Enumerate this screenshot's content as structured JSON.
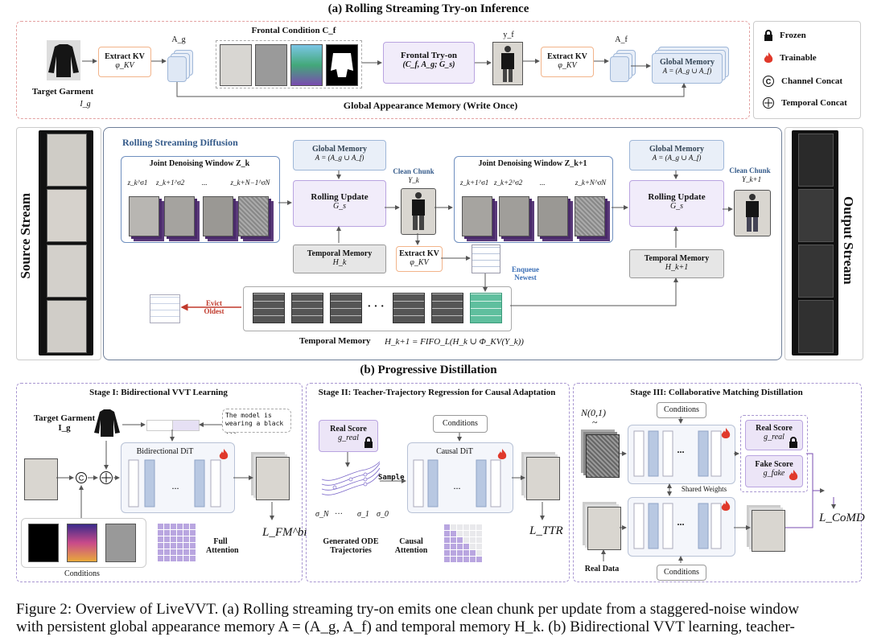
{
  "part_a": {
    "title": "(a) Rolling Streaming Try-on Inference",
    "target_garment": "Target Garment",
    "target_garment_sym": "I_g",
    "extract_kv_1": "Extract KV",
    "extract_kv_1_sym": "φ_KV",
    "ag_label": "A_g",
    "frontal_condition": "Frontal Condition C_f",
    "frontal_tryon": "Frontal Try-on",
    "frontal_tryon_args": "(C_f, A_g; G_s)",
    "yf_label": "y_f",
    "extract_kv_2": "Extract KV",
    "extract_kv_2_sym": "φ_KV",
    "af_label": "A_f",
    "global_memory": "Global Memory",
    "global_memory_formula": "A = (A_g ∪ A_f)",
    "global_appearance": "Global Appearance Memory (Write Once)"
  },
  "legend": {
    "frozen": "Frozen",
    "trainable": "Trainable",
    "channel_concat": "Channel Concat",
    "temporal_concat": "Temporal Concat"
  },
  "rolling": {
    "source_stream": "Source Stream",
    "output_stream": "Output Stream",
    "title": "Rolling Streaming Diffusion",
    "joint_window_1": "Joint Denoising Window Z_k",
    "joint_window_2": "Joint Denoising Window Z_k+1",
    "z_labels_1": [
      "z_k^σ1",
      "z_k+1^σ2",
      "...",
      "z_k+N−1^σN"
    ],
    "z_labels_2": [
      "z_k+1^σ1",
      "z_k+2^σ2",
      "...",
      "z_k+N^σN"
    ],
    "global_memory_1": "Global Memory",
    "global_memory_1_formula": "A = (A_g ∪ A_f)",
    "global_memory_2": "Global Memory",
    "global_memory_2_formula": "A = (A_g ∪ A_f)",
    "rolling_update_1": "Rolling Update",
    "rolling_update_1_sym": "G_s",
    "rolling_update_2": "Rolling Update",
    "rolling_update_2_sym": "G_s",
    "clean_chunk_1": "Clean Chunk",
    "clean_chunk_1_sym": "Y_k",
    "clean_chunk_2": "Clean Chunk",
    "clean_chunk_2_sym": "Y_k+1",
    "temporal_memory_1": "Temporal Memory",
    "temporal_memory_1_sym": "H_k",
    "temporal_memory_2": "Temporal Memory",
    "temporal_memory_2_sym": "H_k+1",
    "extract_kv": "Extract KV",
    "extract_kv_sym": "φ_KV",
    "enqueue": "Enqueue Newest",
    "evict": "Evict Oldest",
    "dots": "· · ·",
    "temporal_memory_bottom": "Temporal Memory",
    "temporal_memory_formula": "H_k+1 = FIFO_L(H_k ∪ Φ_KV(Y_k))"
  },
  "part_b": {
    "title": "(b) Progressive Distillation",
    "stage1": {
      "title": "Stage I: Bidirectional VVT Learning",
      "target_garment": "Target Garment I_g",
      "text_prompt": "The model is wearing a black ...",
      "dit": "Bidirectional DiT",
      "dots": "...",
      "full_attention": "Full Attention",
      "loss": "L_FM^bi",
      "conditions": "Conditions",
      "concat_c": "C"
    },
    "stage2": {
      "title": "Stage II: Teacher-Trajectory Regression for Causal Adaptation",
      "real_score": "Real Score",
      "real_score_sym": "g_real",
      "conditions": "Conditions",
      "dit": "Causal DiT",
      "dots": "...",
      "sample": "Sample",
      "sigma_labels": [
        "σ_N",
        "···",
        "σ_1",
        "σ_0"
      ],
      "ode": "Generated ODE Trajectories",
      "causal_attention": "Causal Attention",
      "loss": "L_TTR"
    },
    "stage3": {
      "title": "Stage III: Collaborative Matching Distillation",
      "noise": "N(0,1)",
      "tilde": "~",
      "conditions_top": "Conditions",
      "conditions_bottom": "Conditions",
      "dots_top": "...",
      "dots_bottom": "...",
      "shared_weights": "Shared Weights",
      "real_score": "Real Score",
      "real_score_sym": "g_real",
      "fake_score": "Fake Score",
      "fake_score_sym": "g_fake",
      "real_data": "Real Data",
      "loss": "L_CoMD"
    }
  },
  "caption": {
    "line1": "Figure 2: Overview of LiveVVT. (a) Rolling streaming try-on emits one clean chunk per update from a staggered-noise window",
    "line2": "with persistent global appearance memory A = (A_g, A_f) and temporal memory H_k. (b) Bidirectional VVT learning, teacher-"
  },
  "colors": {
    "red_dash": "#e3a1a1",
    "purple_dash": "#a896d1",
    "orange_border": "#f2b48a",
    "purple_fill": "#f1ecfa",
    "blue_fill": "#e9eff8",
    "evict_red": "#c0392b",
    "enqueue_blue": "#3b6fb6",
    "attention_purple": "#b9a6e0",
    "teal": "#8ed1b8"
  }
}
